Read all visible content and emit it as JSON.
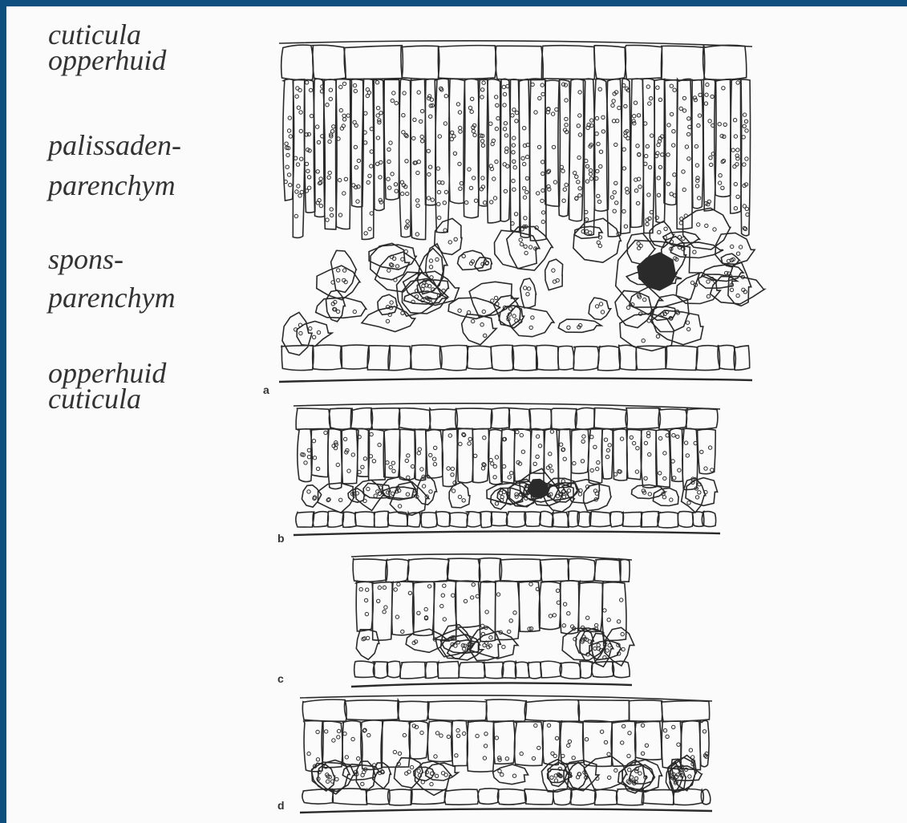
{
  "labels": {
    "cuticula_top": "cuticula",
    "opperhuid_top": "opperhuid",
    "palissaden": "palissaden-",
    "parenchym_1": "parenchym",
    "spons": "spons-",
    "parenchym_2": "parenchym",
    "opperhuid_bottom": "opperhuid",
    "cuticula_bottom": "cuticula"
  },
  "figures": [
    {
      "letter": "a"
    },
    {
      "letter": "b"
    },
    {
      "letter": "c"
    },
    {
      "letter": "d"
    }
  ],
  "colors": {
    "frame": "#0f4f80",
    "paper": "#fbfbfb",
    "ink": "#2a2a2a"
  }
}
